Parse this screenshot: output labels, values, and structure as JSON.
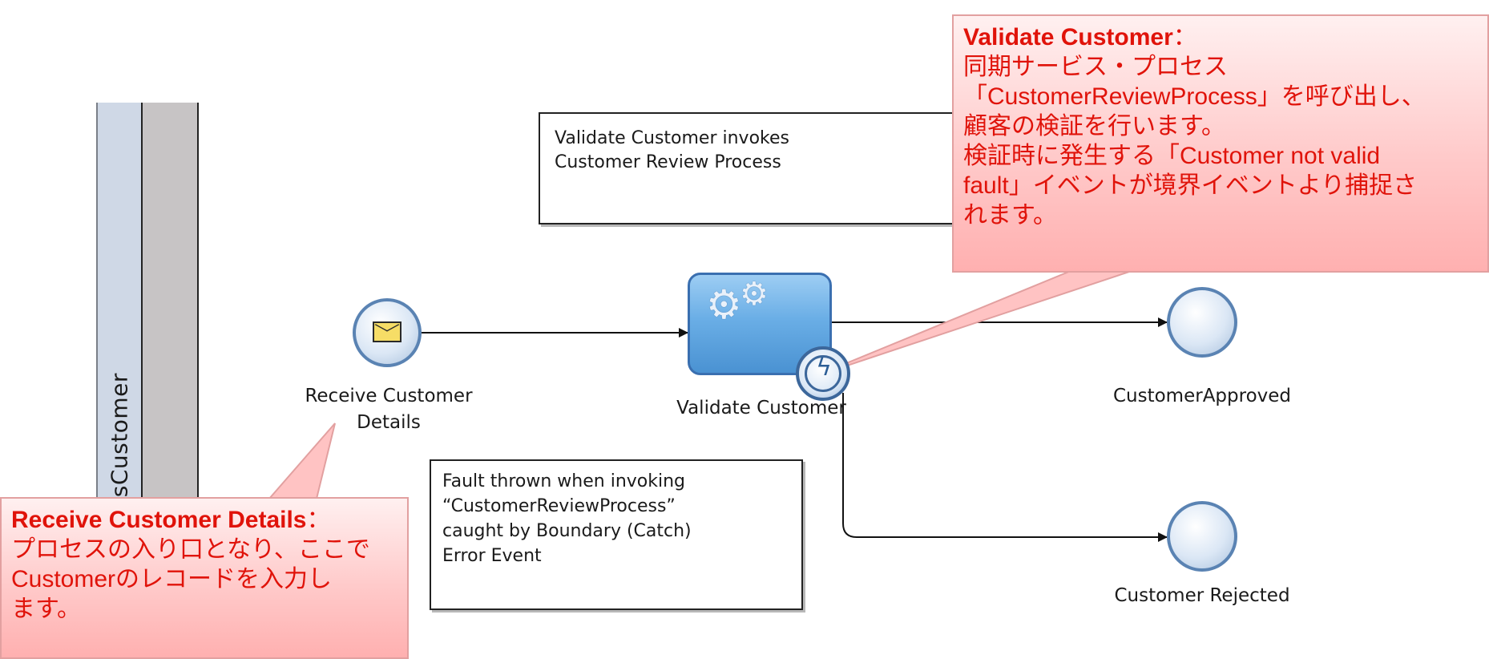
{
  "lane": {
    "title": "ProcessCustomer"
  },
  "annotations": {
    "top": "Validate Customer invokes\nCustomer Review Process",
    "bottom": "Fault thrown when invoking\n“CustomerReviewProcess”\ncaught by Boundary (Catch)\nError Event"
  },
  "nodes": {
    "start_label": "Receive Customer\nDetails",
    "task_label": "Validate Customer",
    "approved_label": "CustomerApproved",
    "rejected_label": "Customer Rejected"
  },
  "callouts": {
    "right": {
      "title": "Validate Customer",
      "sep": "：",
      "body": "同期サービス・プロセス\n「CustomerReviewProcess」を呼び出し、\n顧客の検証を行います。\n検証時に発生する「Customer not valid\nfault」イベントが境界イベントより捕捉さ\nれます。"
    },
    "left": {
      "title": "Receive Customer Details",
      "sep": "：",
      "body": "プロセスの入り口となり、ここで\nCustomerのレコードを入力し\nます。"
    }
  },
  "colors": {
    "lane_header": "#cfd8e6",
    "lane_strip": "#c7c4c5",
    "task_fill": "#6aaee6",
    "event_stroke": "#5a83b3",
    "callout_text": "#e0130a",
    "callout_fill": "#ffc4c4"
  },
  "icons": {
    "start_event": "envelope-icon",
    "task": "gear-icon",
    "boundary_event": "error-bolt-icon"
  }
}
